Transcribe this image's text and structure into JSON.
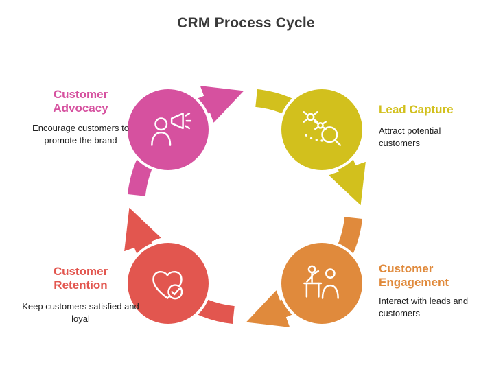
{
  "title": "CRM Process Cycle",
  "colors": {
    "background": "#ffffff",
    "title_text": "#3a3a3a",
    "description_text": "#212121",
    "icon_stroke": "#ffffff"
  },
  "nodes": [
    {
      "id": "customer-advocacy",
      "label": "Customer Advocacy",
      "description": "Encourage customers to promote the brand",
      "color": "#d6519f",
      "icon": "person-megaphone-icon"
    },
    {
      "id": "lead-capture",
      "label": "Lead Capture",
      "description": "Attract potential customers",
      "color": "#d2c01d",
      "icon": "bugs-magnifier-icon"
    },
    {
      "id": "customer-engagement",
      "label": "Customer Engagement",
      "description": "Interact with leads and customers",
      "color": "#e08a3c",
      "icon": "people-meeting-icon"
    },
    {
      "id": "customer-retention",
      "label": "Customer Retention",
      "description": "Keep customers satisfied and loyal",
      "color": "#e2564f",
      "icon": "heart-check-icon"
    }
  ],
  "arrows": [
    {
      "from": "customer-advocacy",
      "to": "lead-capture",
      "color": "#d6519f"
    },
    {
      "from": "lead-capture",
      "to": "customer-engagement",
      "color": "#d2c01d"
    },
    {
      "from": "customer-engagement",
      "to": "customer-retention",
      "color": "#e08a3c"
    },
    {
      "from": "customer-retention",
      "to": "customer-advocacy",
      "color": "#e2564f"
    }
  ]
}
